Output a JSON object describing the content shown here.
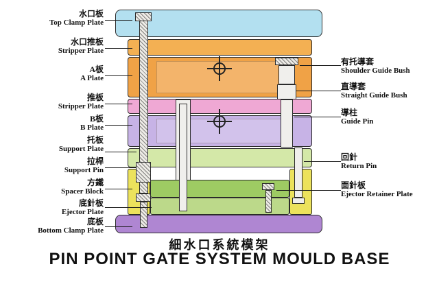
{
  "title": {
    "cn": "細水口系統模架",
    "en": "PIN POINT GATE SYSTEM MOULD BASE"
  },
  "left_labels": [
    {
      "cn": "水口板",
      "en": "Top Clamp Plate"
    },
    {
      "cn": "水口推板",
      "en": "Stripper Plate"
    },
    {
      "cn": "A板",
      "en": "A Plate"
    },
    {
      "cn": "推板",
      "en": "Stripper Plate"
    },
    {
      "cn": "B板",
      "en": "B Plate"
    },
    {
      "cn": "托板",
      "en": "Support Plate"
    },
    {
      "cn": "拉桿",
      "en": "Support Pin"
    },
    {
      "cn": "方鐵",
      "en": "Spacer Block"
    },
    {
      "cn": "底針板",
      "en": "Ejector Plate"
    },
    {
      "cn": "底板",
      "en": "Bottom Clamp Plate"
    }
  ],
  "right_labels": [
    {
      "cn": "有托導套",
      "en": "Shoulder Guide Bush"
    },
    {
      "cn": "直導套",
      "en": "Straight Guide Bush"
    },
    {
      "cn": "導柱",
      "en": "Guide Pin"
    },
    {
      "cn": "回針",
      "en": "Return Pin"
    },
    {
      "cn": "面針板",
      "en": "Ejector Retainer Plate"
    }
  ],
  "colors": {
    "top_clamp_plate": "#b3e0f0",
    "stripper_plate_top": "#f3b053",
    "a_plate": "#f0a246",
    "stripper_plate": "#efa8d4",
    "b_plate": "#c7b3e6",
    "support_plate": "#d4e8a8",
    "spacer_block": "#ece25c",
    "ejector_retainer_plate": "#9ecb63",
    "ejector_plate": "#bcd98a",
    "bottom_clamp_plate": "#af86d2",
    "pin_fill": "#f0efec",
    "outline": "#2b2b2b"
  }
}
